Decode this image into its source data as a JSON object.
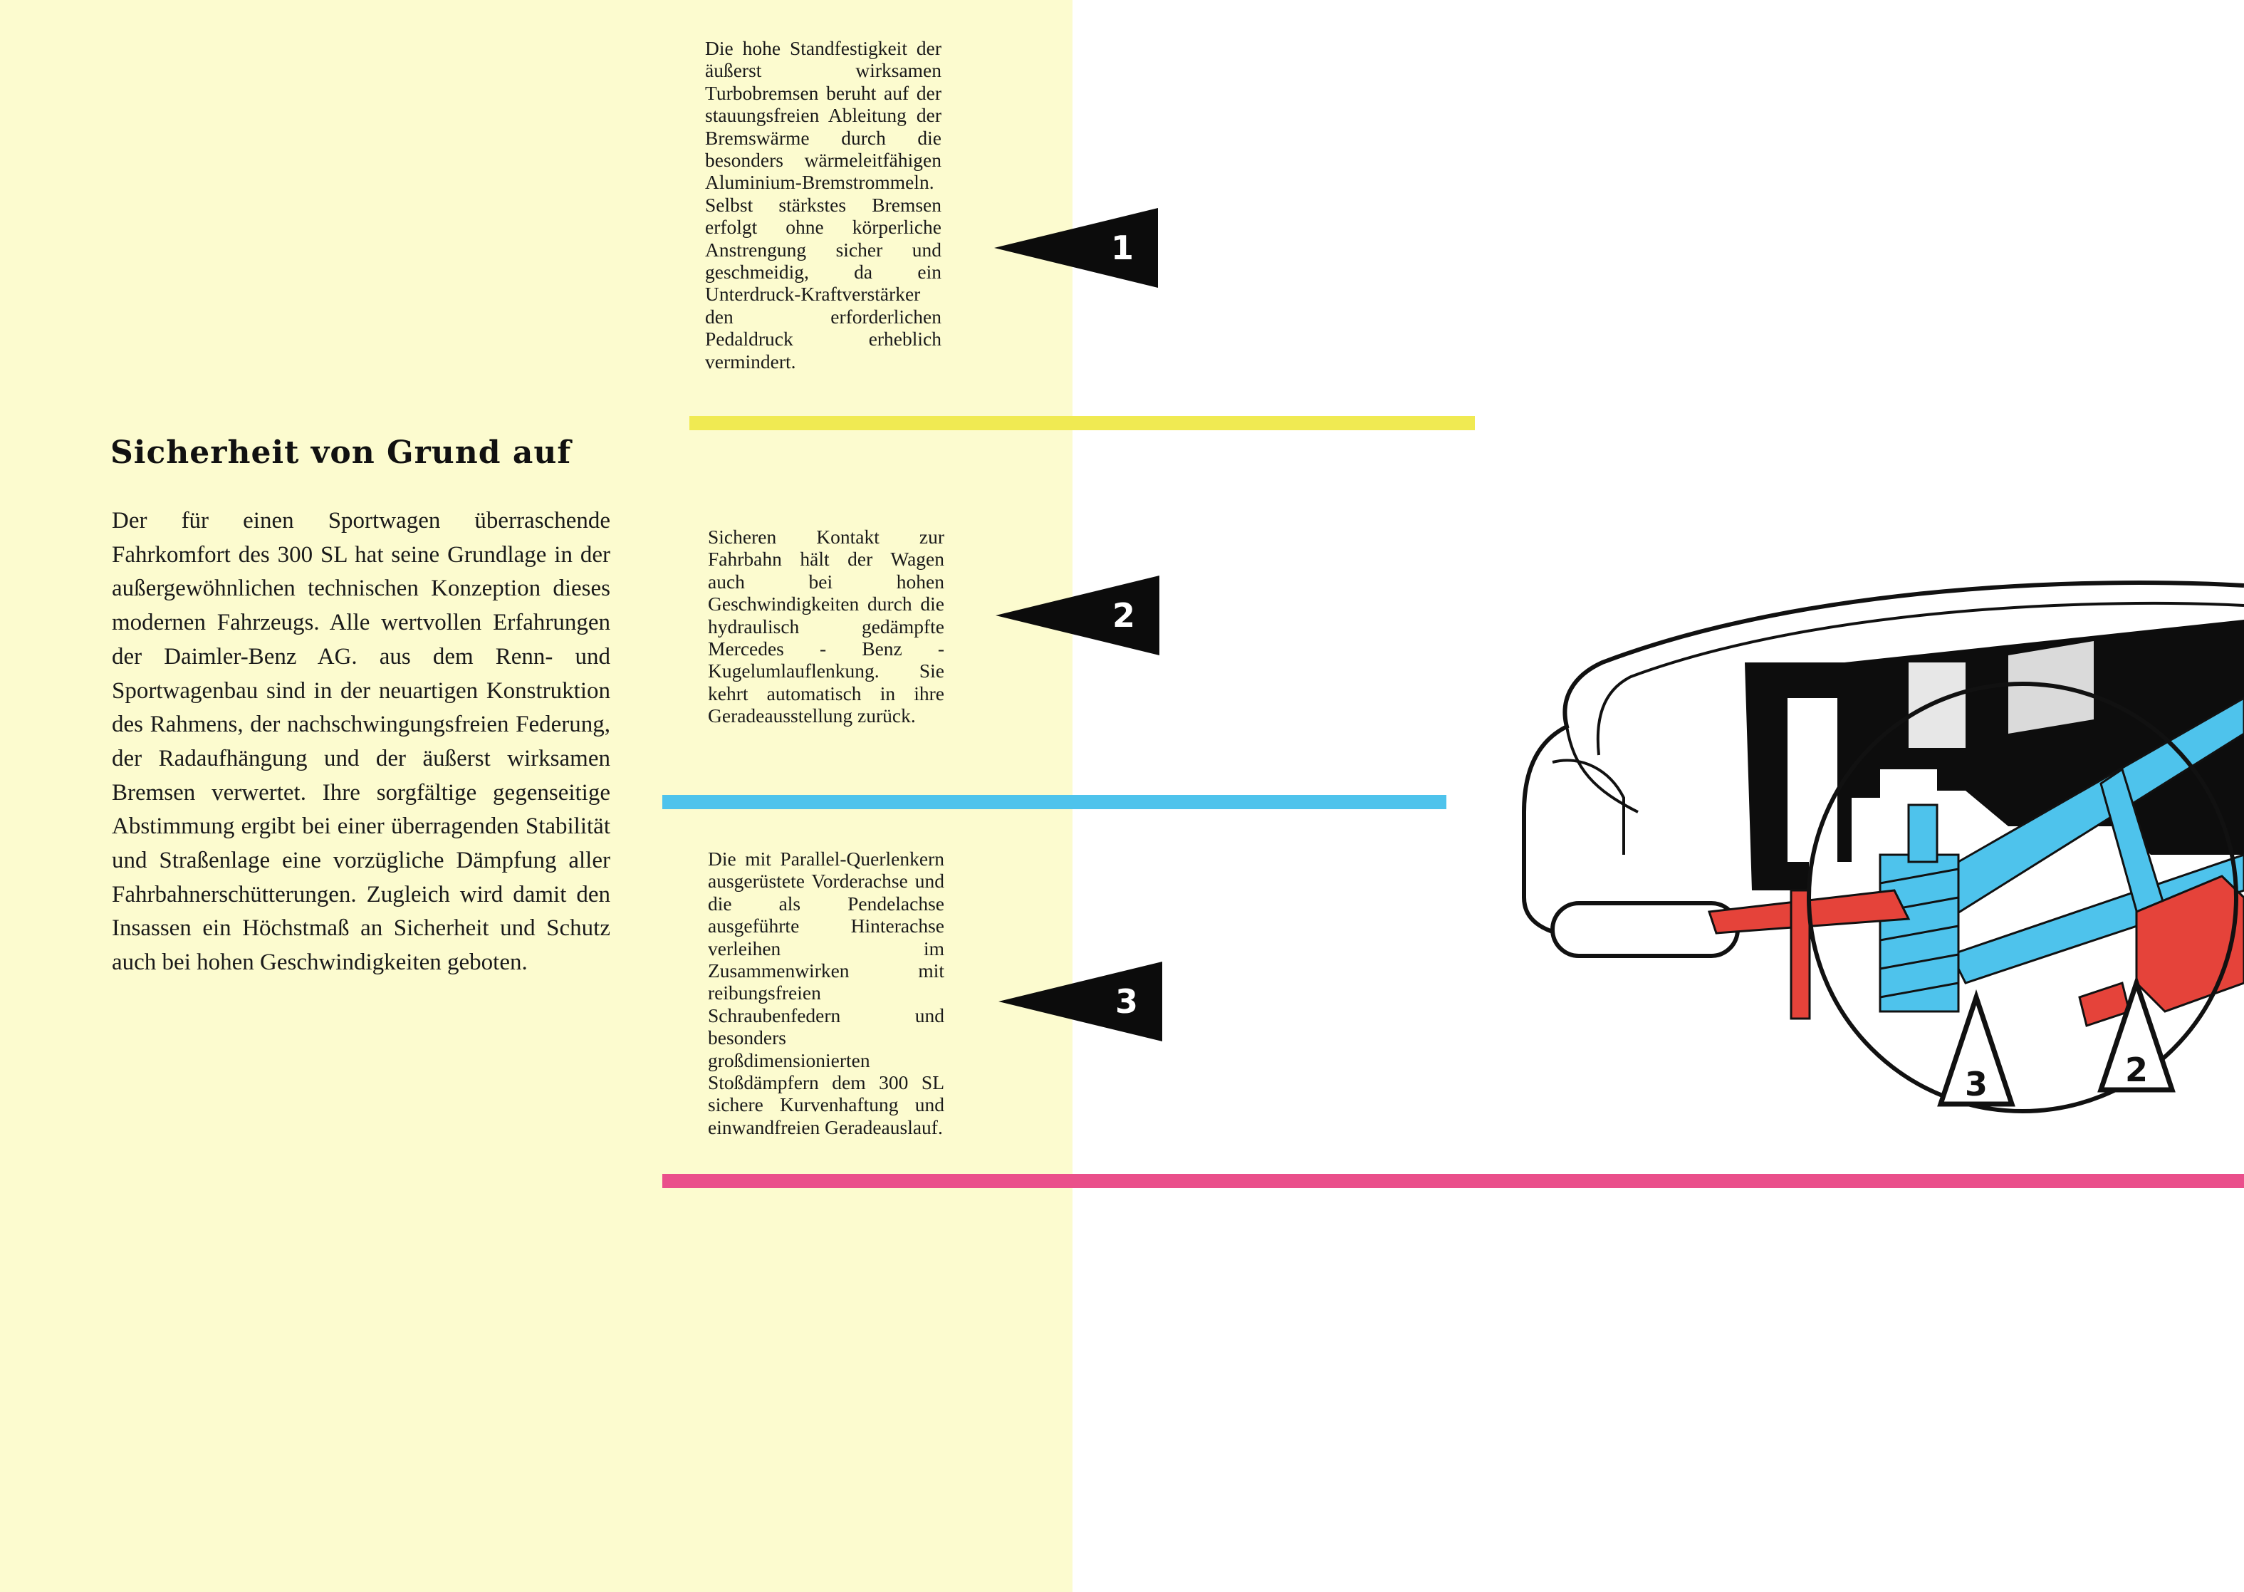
{
  "page": {
    "title": "Sicherheit von Grund auf",
    "body": "Der für einen Sportwagen überraschende Fahrkomfort des 300 SL hat seine Grundlage in der außergewöhnlichen technischen Konzeption dieses modernen Fahrzeugs. Alle wertvollen Erfahrungen der Daimler-Benz AG. aus dem Renn- und Sportwagenbau sind in der neuartigen Konstruktion des Rahmens, der nachschwingungsfreien Federung, der Radaufhängung und der äußerst wirksamen Bremsen verwertet. Ihre sorgfältige gegenseitige Abstimmung ergibt bei einer überragenden Stabilität und Straßenlage eine vorzügliche Dämpfung aller Fahrbahnerschütterungen. Zugleich wird damit den Insassen ein Höchstmaß an Sicherheit und Schutz auch bei hohen Geschwindigkeiten geboten."
  },
  "sections": [
    {
      "number": "1",
      "text": "Die hohe Standfestigkeit der äußerst wirksamen Turbobremsen beruht auf der stauungsfreien Ableitung der Bremswärme durch die besonders wärmeleitfähigen Aluminium-Bremstrommeln. Selbst stärkstes Bremsen erfolgt ohne körperliche Anstrengung sicher und geschmeidig, da ein Unterdruck-Kraftverstärker den erforderlichen Pedaldruck erheblich vermindert.",
      "line_color": "#f0ea52"
    },
    {
      "number": "2",
      "text": "Sicheren Kontakt zur Fahrbahn hält der Wagen auch bei hohen Geschwindigkeiten durch die hydraulisch gedämpfte Mercedes - Benz - Kugelumlauflenkung. Sie kehrt automatisch in ihre Geradeausstellung zurück.",
      "line_color": "#4ec3ec"
    },
    {
      "number": "3",
      "text": "Die mit Parallel-Querlenkern ausgerüstete Vorderachse und die als Pendelachse ausgeführte Hinterachse verleihen im Zusammenwirken mit reibungsfreien Schraubenfedern und besonders großdimensionierten Stoßdämpfern dem 300 SL sichere Kurvenhaftung und einwandfreien Geradeauslauf.",
      "line_color": "#ea4f8b"
    }
  ],
  "illustration": {
    "callouts": [
      "3",
      "2"
    ]
  },
  "colors": {
    "background_left": "#fcfbcf",
    "background_right": "#ffffff",
    "marker": "#0c0c0c"
  }
}
